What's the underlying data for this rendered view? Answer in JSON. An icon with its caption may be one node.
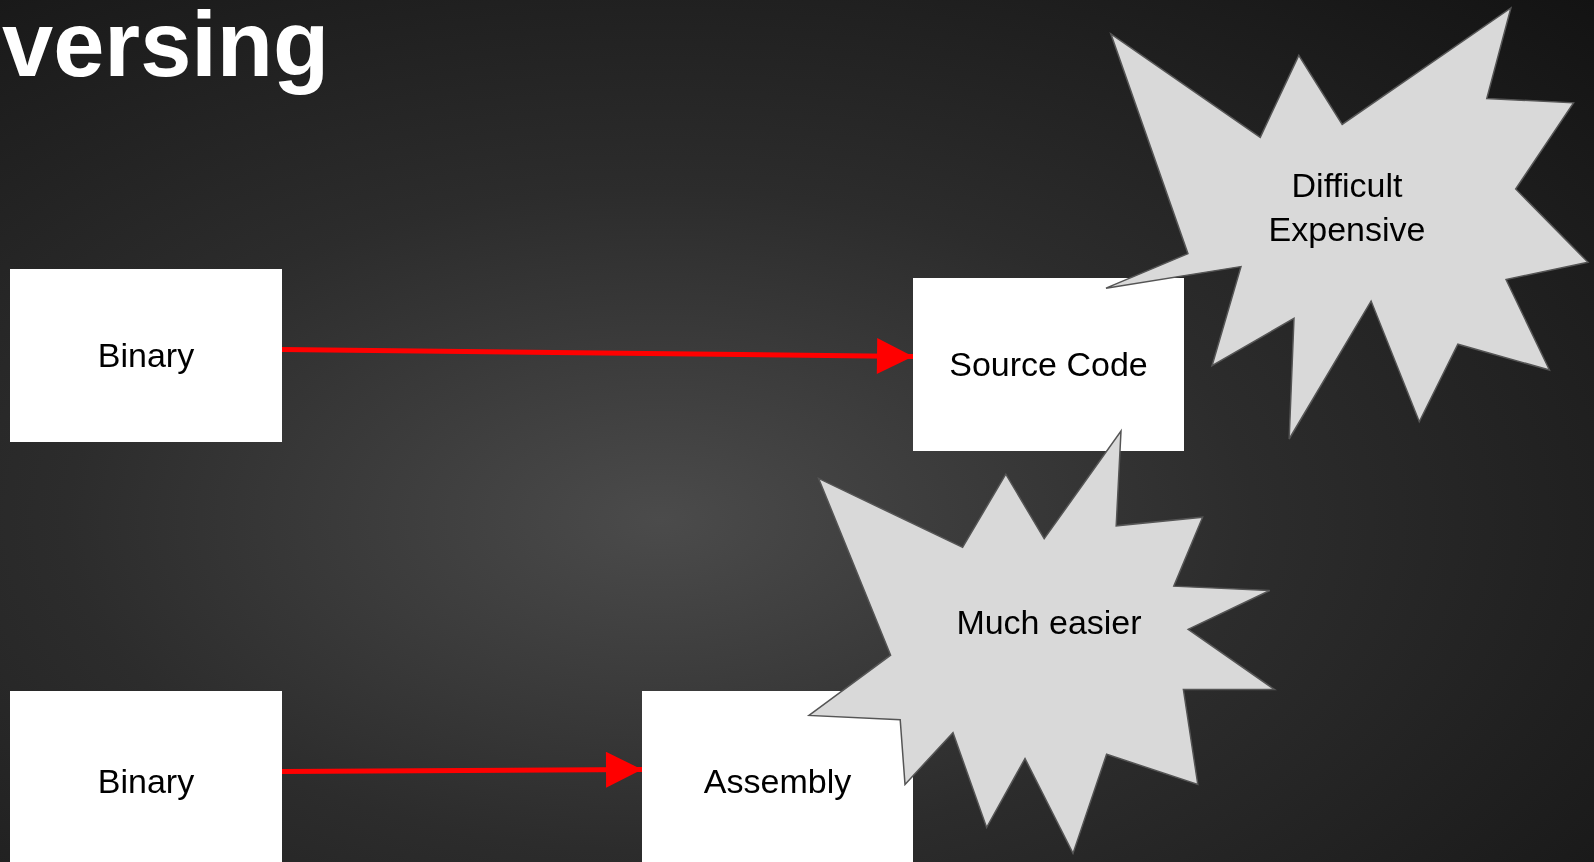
{
  "diagram": {
    "title": "versing",
    "nodes": [
      {
        "text": [
          "Binary"
        ]
      },
      {
        "text": [
          "Source Code"
        ]
      },
      {
        "text": [
          "Difficult",
          "Expensive"
        ]
      },
      {
        "text": [
          "Binary"
        ]
      },
      {
        "text": [
          "Assembly"
        ]
      },
      {
        "text": [
          "Much easier"
        ]
      }
    ],
    "edges": [
      {
        "from": 0,
        "to": 1,
        "arrow": "to",
        "color": "#ff0000"
      },
      {
        "from": 3,
        "to": 4,
        "arrow": "to",
        "color": "#ff0000"
      }
    ]
  }
}
